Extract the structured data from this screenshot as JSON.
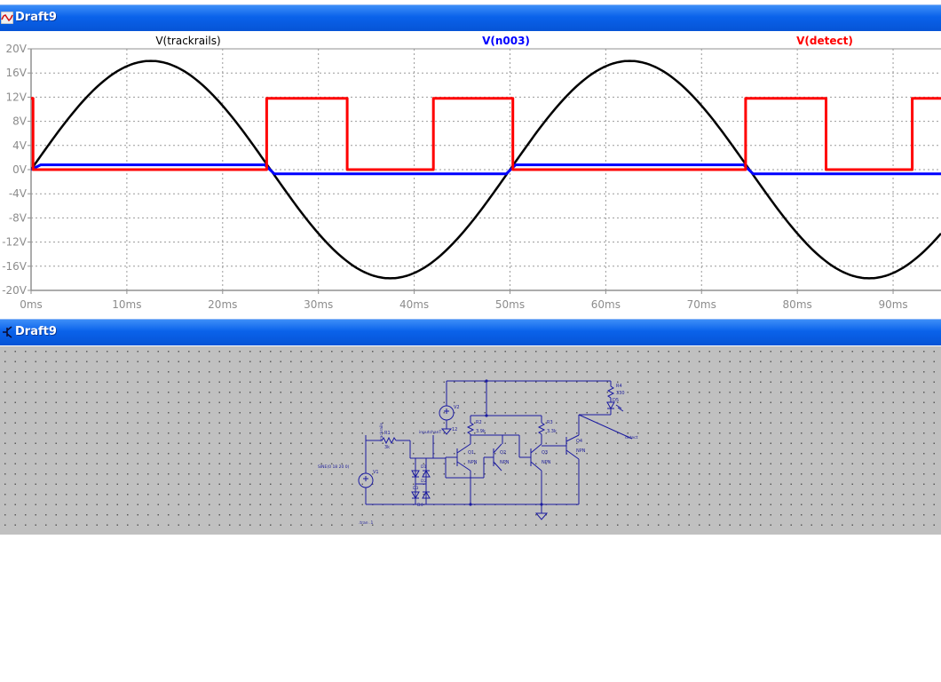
{
  "windows": {
    "waveform_title": "Draft9",
    "schematic_title": "Draft9"
  },
  "chart_data": {
    "type": "line",
    "title": "",
    "xlabel": "",
    "ylabel": "",
    "xlim": [
      0,
      95
    ],
    "ylim": [
      -20,
      20
    ],
    "grid": true,
    "legend_placement": "top",
    "x_ticks": [
      0,
      10,
      20,
      30,
      40,
      50,
      60,
      70,
      80,
      90
    ],
    "x_tick_labels": [
      "0ms",
      "10ms",
      "20ms",
      "30ms",
      "40ms",
      "50ms",
      "60ms",
      "70ms",
      "80ms",
      "90ms"
    ],
    "y_ticks": [
      20,
      16,
      12,
      8,
      4,
      0,
      -4,
      -8,
      -12,
      -16,
      -20
    ],
    "y_tick_labels": [
      "20V",
      "16V",
      "12V",
      "8V",
      "4V",
      "0V",
      "-4V",
      "-8V",
      "-12V",
      "-16V",
      "-20V"
    ],
    "series": [
      {
        "name": "V(trackrails)",
        "color": "#000000",
        "x": [
          0,
          2.5,
          5,
          7.5,
          10,
          12.5,
          15,
          17.5,
          20,
          22.5,
          25,
          27.5,
          30,
          32.5,
          35,
          37.5,
          40,
          42.5,
          45,
          47.5,
          50,
          52.5,
          55,
          57.5,
          60,
          62.5,
          65,
          67.5,
          70,
          72.5,
          75,
          77.5,
          80,
          82.5,
          85,
          87.5,
          90,
          92.5,
          95
        ],
        "values": [
          0,
          5.6,
          10.6,
          14.6,
          17.1,
          18.0,
          17.1,
          14.6,
          10.6,
          5.6,
          0,
          -5.6,
          -10.6,
          -14.6,
          -17.1,
          -18.0,
          -17.1,
          -14.6,
          -10.6,
          -5.6,
          0,
          5.6,
          10.6,
          14.6,
          17.1,
          18.0,
          17.1,
          14.6,
          10.6,
          5.6,
          0,
          -5.6,
          -10.6,
          -14.6,
          -17.1,
          -18.0,
          -17.1,
          -14.6,
          -10.6
        ]
      },
      {
        "name": "V(n003)",
        "color": "#0000ff",
        "x": [
          0,
          1.0,
          24.4,
          25.4,
          49.6,
          50.6,
          74.4,
          75.4,
          95
        ],
        "values": [
          0,
          0.8,
          0.8,
          -0.7,
          -0.7,
          0.8,
          0.8,
          -0.7,
          -0.7
        ]
      },
      {
        "name": "V(detect)",
        "color": "#ff0000",
        "x": [
          -0.2,
          0.2,
          0.2,
          24.6,
          24.6,
          33.0,
          33.0,
          42.0,
          42.0,
          50.3,
          50.3,
          74.6,
          74.6,
          83.0,
          83.0,
          92.0,
          92.0,
          95
        ],
        "values": [
          11.8,
          11.8,
          0,
          0,
          11.8,
          11.8,
          0,
          0,
          11.8,
          11.8,
          0,
          0,
          11.8,
          11.8,
          0,
          0,
          11.8,
          11.8
        ]
      }
    ]
  },
  "schematic": {
    "labels": {
      "v2": "V2",
      "v2_value": "12",
      "r4": "R4",
      "r4_value": "330",
      "d5": "D5",
      "r2": "R2",
      "r2_value": "3.9k",
      "r3": "R3",
      "r3_value": "3.3k",
      "r1": "R1",
      "r1_value": "3k",
      "input_net": "inputchanT",
      "trackrails_net": "trackrails",
      "q1": "Q1",
      "q2": "Q2",
      "q3": "Q3",
      "q4": "Q4",
      "npn1": "NPN",
      "npn2": "NPN",
      "npn3": "NPN",
      "npn4": "NPN",
      "detect_net": "detect",
      "v1": "V1",
      "v1_value": "SINE(0 18 20 0)",
      "d1": "D1",
      "d2": "D2",
      "d3": "D3",
      "d4": "D4",
      "tran": ".tran .1"
    }
  }
}
